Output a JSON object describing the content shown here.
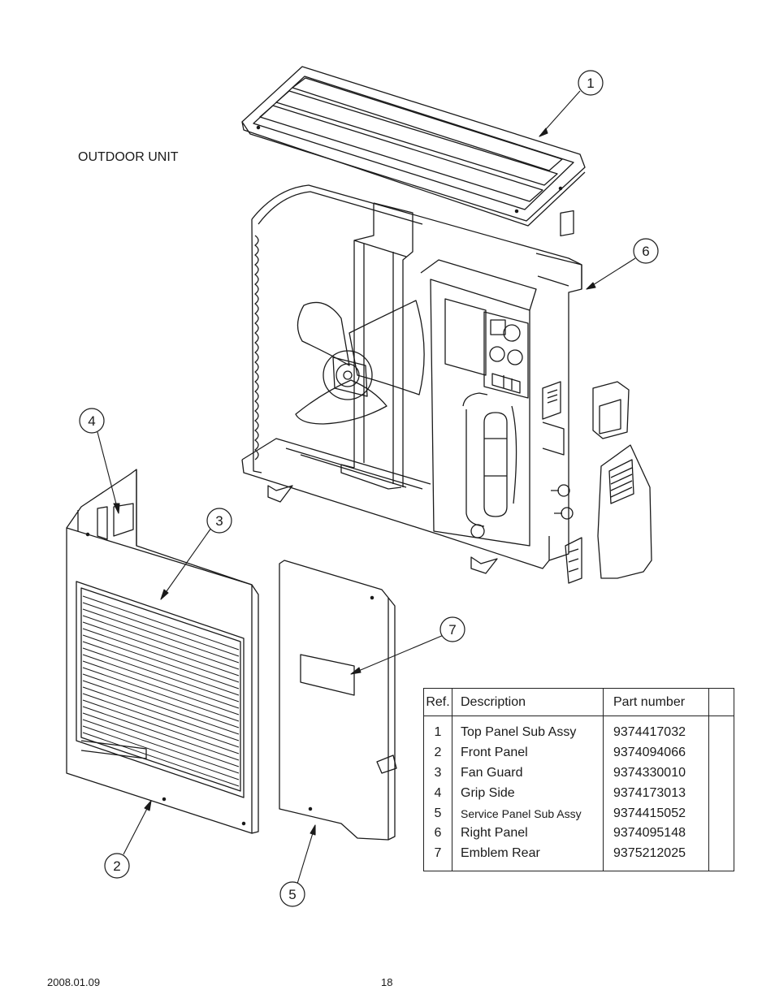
{
  "title": "OUTDOOR UNIT",
  "footer": {
    "date": "2008.01.09",
    "page": "18"
  },
  "callouts": [
    "1",
    "2",
    "3",
    "4",
    "5",
    "6",
    "7"
  ],
  "table": {
    "headers": {
      "ref": "Ref.",
      "description": "Description",
      "part_number": "Part number"
    },
    "rows": [
      {
        "ref": "1",
        "description": "Top Panel Sub Assy",
        "part_number": "9374417032"
      },
      {
        "ref": "2",
        "description": "Front Panel",
        "part_number": "9374094066"
      },
      {
        "ref": "3",
        "description": "Fan Guard",
        "part_number": "9374330010"
      },
      {
        "ref": "4",
        "description": "Grip Side",
        "part_number": "9374173013"
      },
      {
        "ref": "5",
        "description": "Service Panel Sub Assy",
        "part_number": "9374415052"
      },
      {
        "ref": "6",
        "description": "Right Panel",
        "part_number": "9374095148"
      },
      {
        "ref": "7",
        "description": "Emblem Rear",
        "part_number": "9375212025"
      }
    ]
  }
}
